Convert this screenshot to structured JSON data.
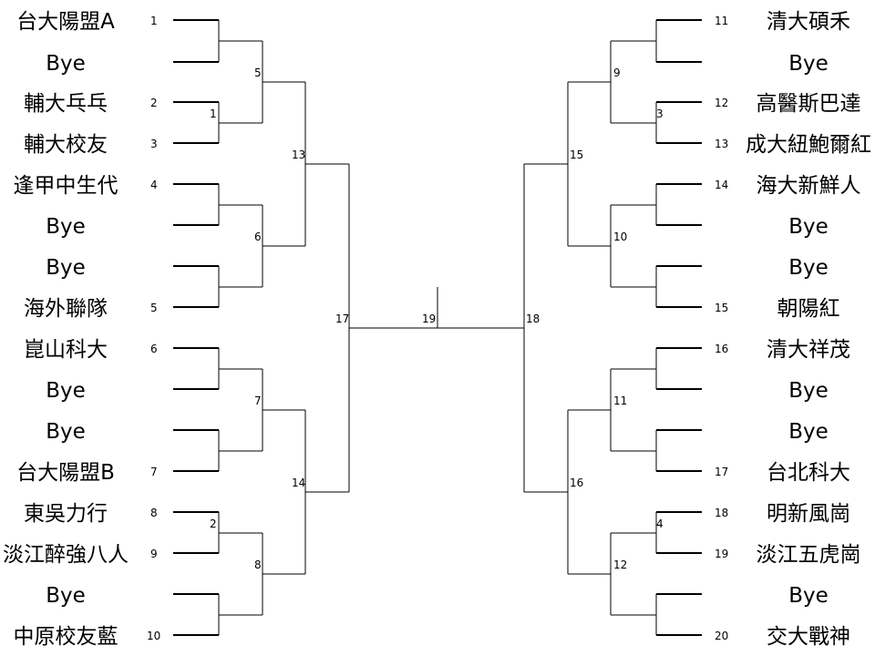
{
  "left": {
    "teams": [
      "台大陽盟A",
      "Bye",
      "輔大乓乓",
      "輔大校友",
      "逢甲中生代",
      "Bye",
      "Bye",
      "海外聯隊",
      "崑山科大",
      "Bye",
      "Bye",
      "台大陽盟B",
      "東吳力行",
      "淡江醉強八人",
      "Bye",
      "中原校友藍"
    ],
    "seeds": [
      "1",
      "",
      "2",
      "3",
      "4",
      "",
      "",
      "5",
      "6",
      "",
      "",
      "7",
      "8",
      "9",
      "",
      "10"
    ],
    "round1": [
      "1",
      "2"
    ],
    "round2": [
      "5",
      "6",
      "7",
      "8"
    ],
    "round3": [
      "13",
      "14"
    ],
    "round4": "17"
  },
  "right": {
    "teams": [
      "清大碩禾",
      "Bye",
      "高醫斯巴達",
      "成大紐鮑爾紅",
      "海大新鮮人",
      "Bye",
      "Bye",
      "朝陽紅",
      "清大祥茂",
      "Bye",
      "Bye",
      "台北科大",
      "明新風崗",
      "淡江五虎崗",
      "Bye",
      "交大戰神"
    ],
    "seeds": [
      "11",
      "",
      "12",
      "13",
      "14",
      "",
      "",
      "15",
      "16",
      "",
      "",
      "17",
      "18",
      "19",
      "",
      "20"
    ],
    "round1": [
      "3",
      "4"
    ],
    "round2": [
      "9",
      "10",
      "11",
      "12"
    ],
    "round3": [
      "15",
      "16"
    ],
    "round4": "18"
  },
  "final": "19"
}
